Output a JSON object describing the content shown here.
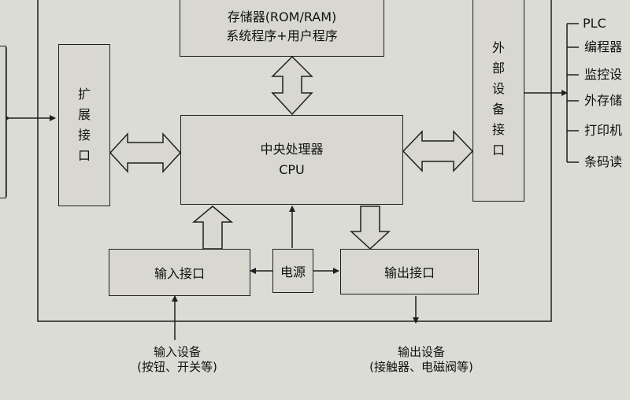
{
  "memory": {
    "line1": "存储器(ROM/RAM)",
    "line2": "系统程序+用户程序"
  },
  "cpu": {
    "line1": "中央处理器",
    "line2": "CPU"
  },
  "expansion_port": {
    "chars": [
      "扩",
      "展",
      "接",
      "口"
    ]
  },
  "external_device_port": {
    "chars": [
      "外",
      "部",
      "设",
      "备",
      "接",
      "口"
    ]
  },
  "input_port": "输入接口",
  "power": "电源",
  "output_port": "输出接口",
  "input_device": {
    "line1": "输入设备",
    "line2": "(按钮、开关等)"
  },
  "output_device": {
    "line1": "输出设备",
    "line2": "(接触器、电磁阀等)"
  },
  "peripherals": [
    "PLC",
    "编程器",
    "监控设",
    "外存储",
    "打印机",
    "条码读"
  ]
}
